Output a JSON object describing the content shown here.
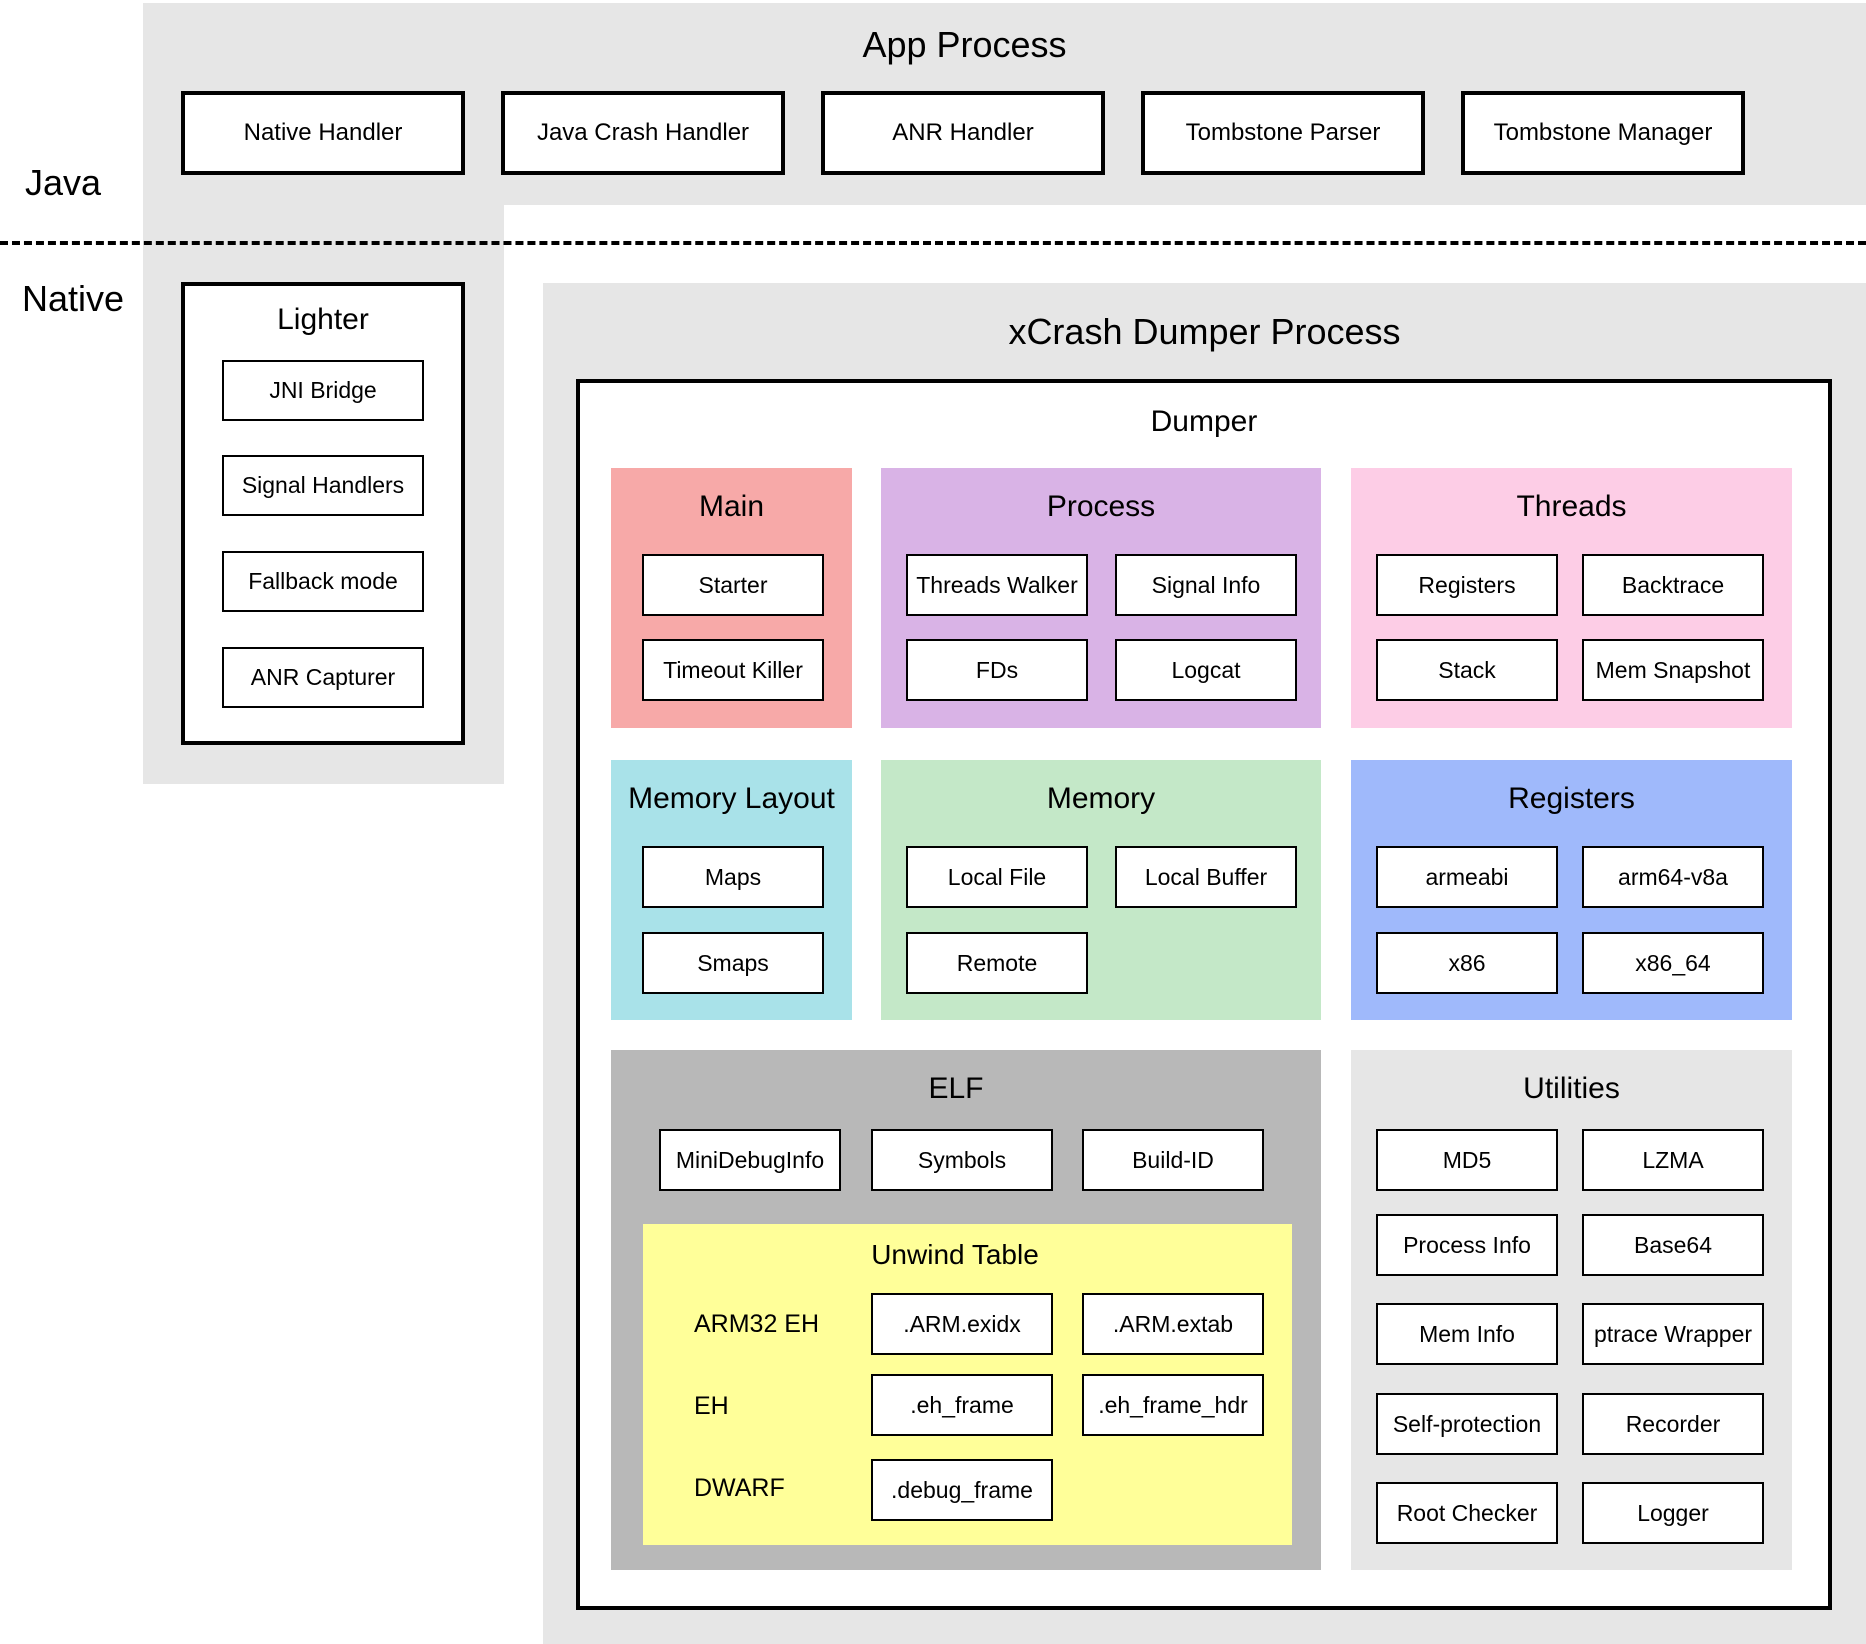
{
  "diagram": {
    "layers": {
      "java": "Java",
      "native": "Native"
    },
    "app_process": {
      "title": "App Process",
      "items": [
        "Native Handler",
        "Java Crash Handler",
        "ANR Handler",
        "Tombstone Parser",
        "Tombstone Manager"
      ]
    },
    "lighter": {
      "title": "Lighter",
      "items": [
        "JNI Bridge",
        "Signal Handlers",
        "Fallback mode",
        "ANR Capturer"
      ]
    },
    "dumper_process": {
      "title": "xCrash Dumper Process",
      "dumper": {
        "title": "Dumper",
        "main": {
          "title": "Main",
          "items": [
            "Starter",
            "Timeout Killer"
          ]
        },
        "process": {
          "title": "Process",
          "items": [
            "Threads Walker",
            "Signal Info",
            "FDs",
            "Logcat"
          ]
        },
        "threads": {
          "title": "Threads",
          "items": [
            "Registers",
            "Backtrace",
            "Stack",
            "Mem Snapshot"
          ]
        },
        "memory_layout": {
          "title": "Memory Layout",
          "items": [
            "Maps",
            "Smaps"
          ]
        },
        "memory": {
          "title": "Memory",
          "items": [
            "Local File",
            "Local Buffer",
            "Remote"
          ]
        },
        "registers": {
          "title": "Registers",
          "items": [
            "armeabi",
            "arm64-v8a",
            "x86",
            "x86_64"
          ]
        },
        "elf": {
          "title": "ELF",
          "items": [
            "MiniDebugInfo",
            "Symbols",
            "Build-ID"
          ],
          "unwind_table": {
            "title": "Unwind Table",
            "rows": [
              {
                "label": "ARM32 EH",
                "items": [
                  ".ARM.exidx",
                  ".ARM.extab"
                ]
              },
              {
                "label": "EH",
                "items": [
                  ".eh_frame",
                  ".eh_frame_hdr"
                ]
              },
              {
                "label": "DWARF",
                "items": [
                  ".debug_frame"
                ]
              }
            ]
          }
        },
        "utilities": {
          "title": "Utilities",
          "items": [
            "MD5",
            "LZMA",
            "Process Info",
            "Base64",
            "Mem Info",
            "ptrace Wrapper",
            "Self-protection",
            "Recorder",
            "Root Checker",
            "Logger"
          ]
        }
      }
    },
    "colors": {
      "region_gray": "#e6e6e6",
      "main": "#f7a9a8",
      "process": "#d9b3e6",
      "threads": "#fdcde6",
      "memory_layout": "#a9e2e9",
      "memory": "#c4e8c8",
      "registers": "#9fb9fb",
      "elf": "#b8b8b8",
      "unwind_table": "#ffff99",
      "utilities": "#e6e6e6"
    }
  }
}
